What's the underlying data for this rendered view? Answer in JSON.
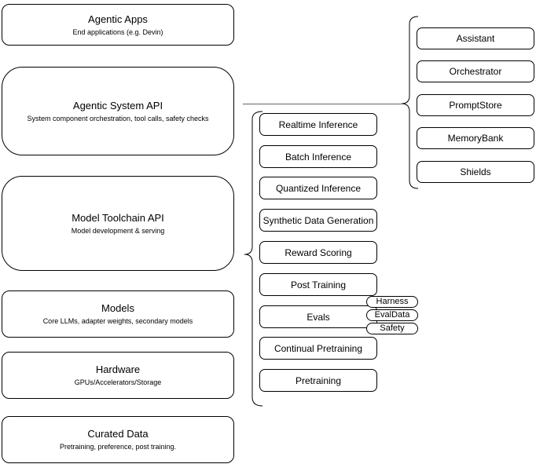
{
  "colors": {
    "background": "#ffffff",
    "stroke": "#000000",
    "connector": "#666666"
  },
  "left_column": [
    {
      "title": "Agentic Apps",
      "subtitle": "End applications (e.g. Devin)"
    },
    {
      "title": "Agentic System API",
      "subtitle": "System component orchestration, tool calls, safety checks"
    },
    {
      "title": "Model Toolchain API",
      "subtitle": "Model development & serving"
    },
    {
      "title": "Models",
      "subtitle": "Core LLMs, adapter weights, secondary models"
    },
    {
      "title": "Hardware",
      "subtitle": "GPUs/Accelerators/Storage"
    },
    {
      "title": "Curated Data",
      "subtitle": "Pretraining, preference, post training."
    }
  ],
  "toolchain_items": [
    "Realtime Inference",
    "Batch Inference",
    "Quantized Inference",
    "Synthetic Data Generation",
    "Reward Scoring",
    "Post Training",
    "Evals",
    "Continual Pretraining",
    "Pretraining"
  ],
  "eval_tags": [
    "Harness",
    "EvalData",
    "Safety"
  ],
  "system_components": [
    "Assistant",
    "Orchestrator",
    "PromptStore",
    "MemoryBank",
    "Shields"
  ]
}
